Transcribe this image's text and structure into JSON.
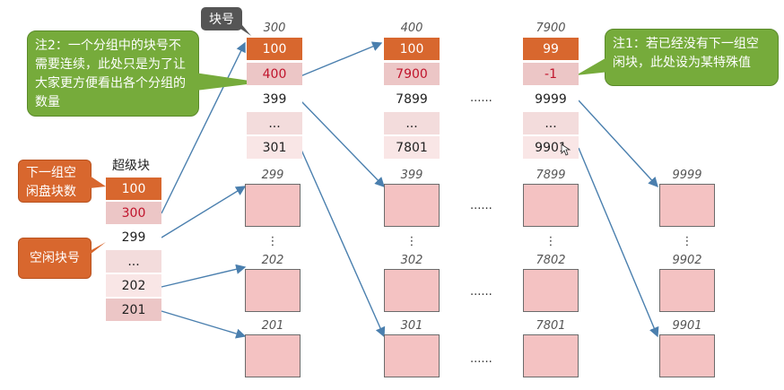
{
  "callout_block_no": "块号",
  "note2": "注2：一个分组中的块号不需要连续，此处只是为了让大家更方便看出各个分组的数量",
  "note1": "注1：若已经没有下一组空闲块，此处设为某特殊值",
  "label_free_count": "下一组空闲盘块数",
  "label_free_block_no": "空闲块号",
  "superblock": {
    "title": "超级块",
    "count": "100",
    "next": "300",
    "entries": [
      "299",
      "...",
      "202",
      "201"
    ]
  },
  "groups": [
    {
      "top": "300",
      "count": "100",
      "next": "400",
      "entries": [
        "399",
        "...",
        "301"
      ]
    },
    {
      "top": "400",
      "count": "100",
      "next": "7900",
      "entries": [
        "7899",
        "...",
        "7801"
      ]
    },
    {
      "top": "7900",
      "count": "99",
      "next": "-1",
      "entries": [
        "9999",
        "...",
        "9901"
      ]
    }
  ],
  "blocks_col1": [
    "299",
    "202",
    "201"
  ],
  "blocks_col2": [
    "399",
    "302",
    "301"
  ],
  "blocks_col3": [
    "7899",
    "7802",
    "7801"
  ],
  "blocks_col4": [
    "9999",
    "9902",
    "9901"
  ],
  "vdots": "⋮",
  "hdots": "......"
}
